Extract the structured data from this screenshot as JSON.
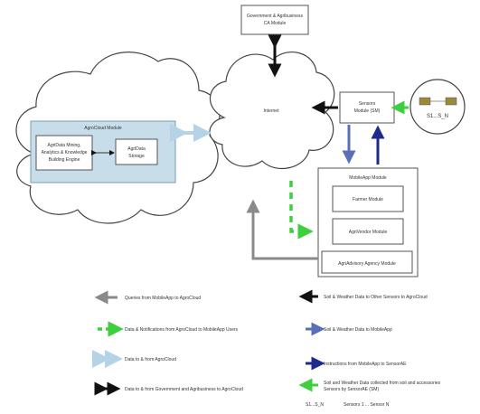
{
  "nodes": {
    "govt_module": {
      "line1": "Government & Agribusiness",
      "line2": "CA Module"
    },
    "agricloud_title": "AgroCloud Module",
    "agridata_mining": {
      "line1": "AgriData Mining,",
      "line2": "Analytics & Knowledge",
      "line3": "Building Engine"
    },
    "agridata_storage": {
      "line1": "AgriData",
      "line2": "Storage"
    },
    "internet": "Internet",
    "sensors_module": {
      "line1": "Sensors",
      "line2": "Module (SM)"
    },
    "sensor_group": "S1...S_N",
    "mobileapp_title": "MobileApp Module",
    "farmer_module": "Farmer Module",
    "agrivendor_module": "AgriVendor Module",
    "agriadvisory_module": "AgriAdvisory Agency Module"
  },
  "legend": {
    "left": [
      {
        "icon": "gray-left-arrow-icon",
        "text": "Queries from MobileApp to AgroCloud"
      },
      {
        "icon": "green-dashed-arrow-icon",
        "text": "Data & Notifications from AgroCloud to MobileApp Users"
      },
      {
        "icon": "light-blue-double-arrow-icon",
        "text": "Data to & from AgroCloud"
      },
      {
        "icon": "black-double-arrow-icon",
        "text": "Data to & from Government and Agribusiness to AgroCloud"
      }
    ],
    "right": [
      {
        "icon": "black-left-arrow-icon",
        "text": "Soil & Weather Data to Other Sensors to AgroCloud"
      },
      {
        "icon": "blue-right-arrow-icon",
        "text": "Soil & Weather Data to MobileApp"
      },
      {
        "icon": "navy-right-arrow-icon",
        "text": "Instructions from MobileApp to SensorAE"
      },
      {
        "icon": "green-left-arrow-icon",
        "text": "Soil and Weather Data collected from soil and accessories",
        "text2": "Sensors by SensorAE (SM)"
      }
    ],
    "footnote": {
      "left": "S1...S_N",
      "right": "Sensors 1 ... Sensor N"
    }
  },
  "colors": {
    "panel_fill": "#c7dde9",
    "light_blue": "#b5d3e6",
    "green": "#3ecf3e",
    "gray": "#8a8a8a",
    "blue": "#5a6fb8",
    "navy": "#1e2b8a",
    "black": "#111111"
  }
}
